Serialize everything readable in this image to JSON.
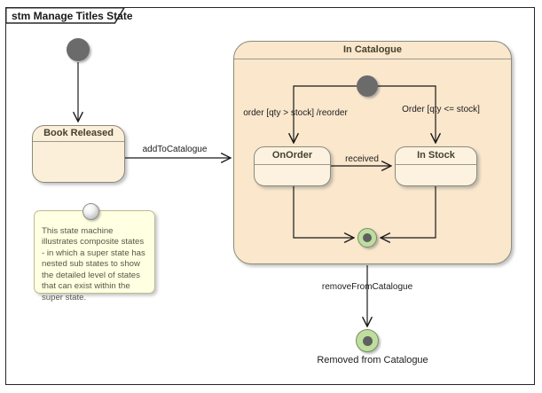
{
  "frame": {
    "title": "stm Manage Titles State"
  },
  "diagram": {
    "states": {
      "book_released": "Book Released",
      "in_catalogue": "In Catalogue",
      "on_order": "OnOrder",
      "in_stock": "In Stock"
    },
    "transitions": {
      "add_to_catalogue": "addToCatalogue",
      "order_reorder": "order [qty > stock] /reorder",
      "order_le_stock": "Order [qty <= stock]",
      "received": "received",
      "remove_from_catalogue": "removeFromCatalogue"
    },
    "terminal_label": "Removed from Catalogue",
    "note_text": "This state machine illustrates composite states - in which a super state has nested sub states to show the detailed level of states that can exist within the super state.",
    "colors": {
      "state_fill": "#fcefd9",
      "composite_fill": "#fae7cc",
      "nested_state_fill": "#fdf2e0",
      "note_fill": "#ffffe1",
      "final_green": "#bdde9f",
      "node_gray": "#6b6b6b",
      "line_color": "#1a1a1a"
    }
  }
}
